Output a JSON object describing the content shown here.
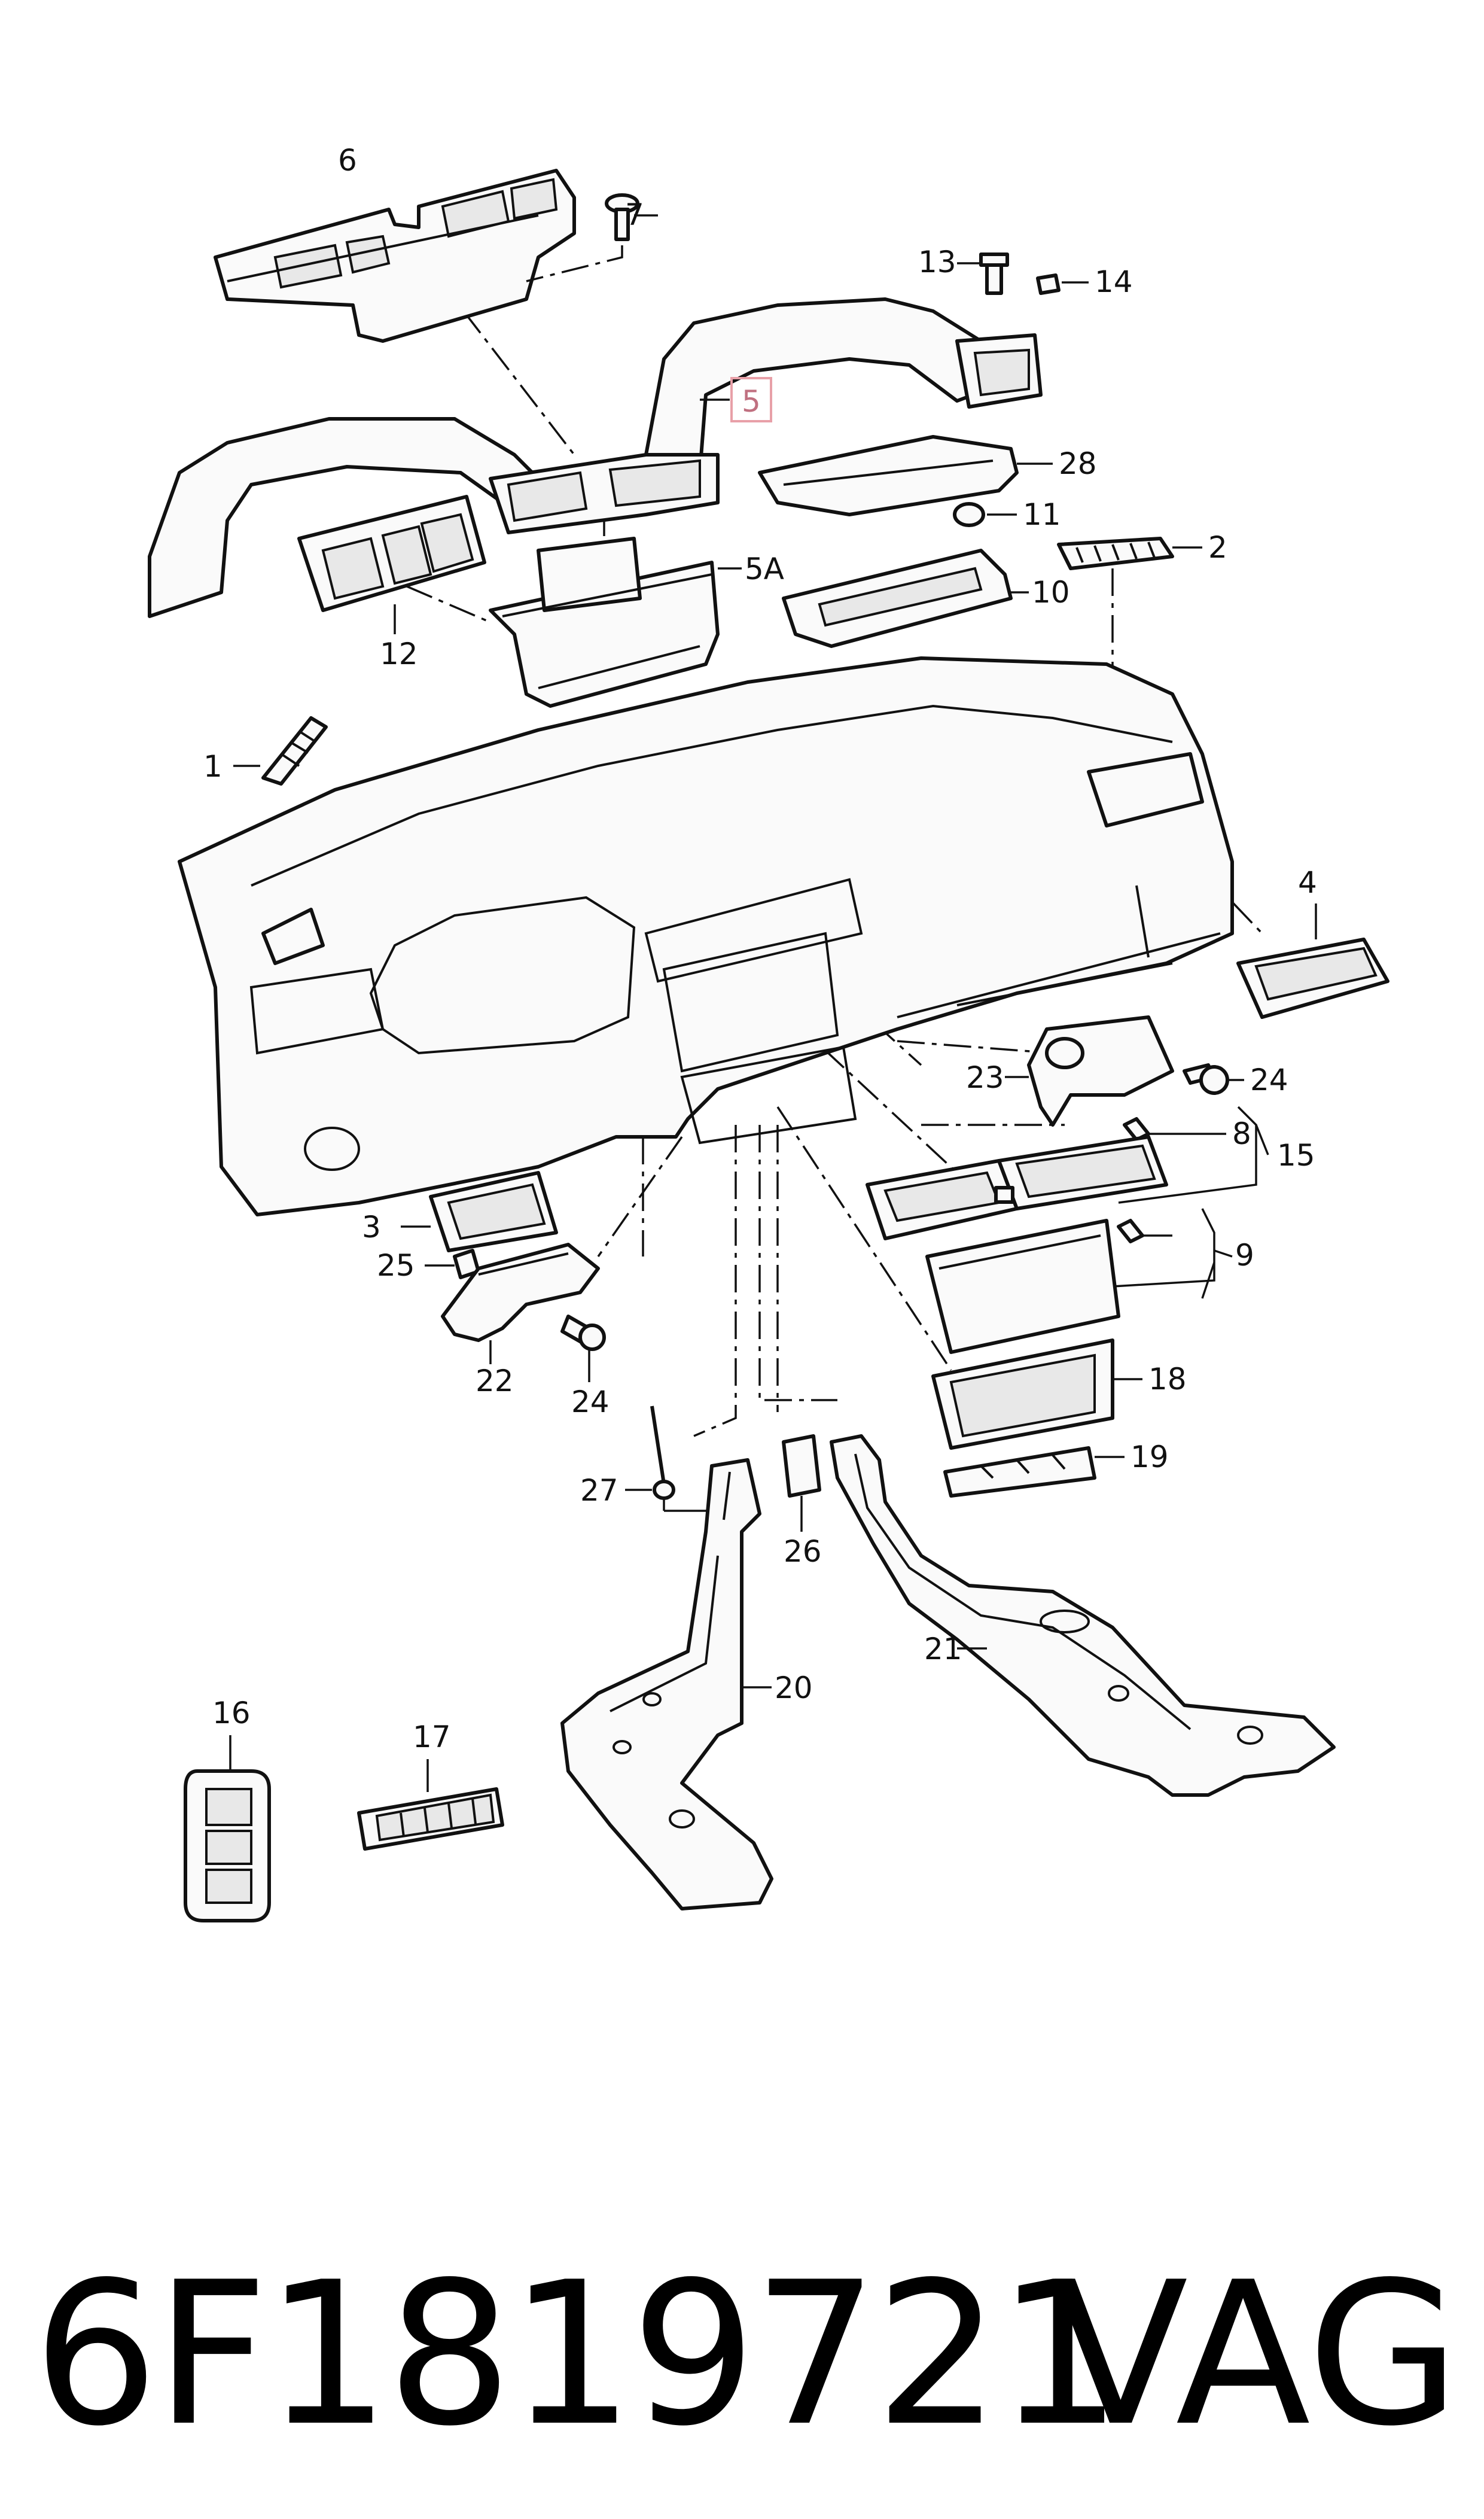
{
  "diagram": {
    "callouts": [
      "6",
      "7",
      "13",
      "14",
      "5",
      "28",
      "11",
      "2",
      "5A",
      "10",
      "12",
      "1",
      "4",
      "23",
      "24",
      "8",
      "15",
      "3",
      "25",
      "9",
      "22",
      "24",
      "18",
      "19",
      "27",
      "26",
      "20",
      "21",
      "16",
      "17"
    ],
    "highlighted_callout": "5",
    "highlight_color": "#e8a0a8"
  },
  "footer": {
    "part_number": "6F1819721",
    "brand": "VAG"
  }
}
